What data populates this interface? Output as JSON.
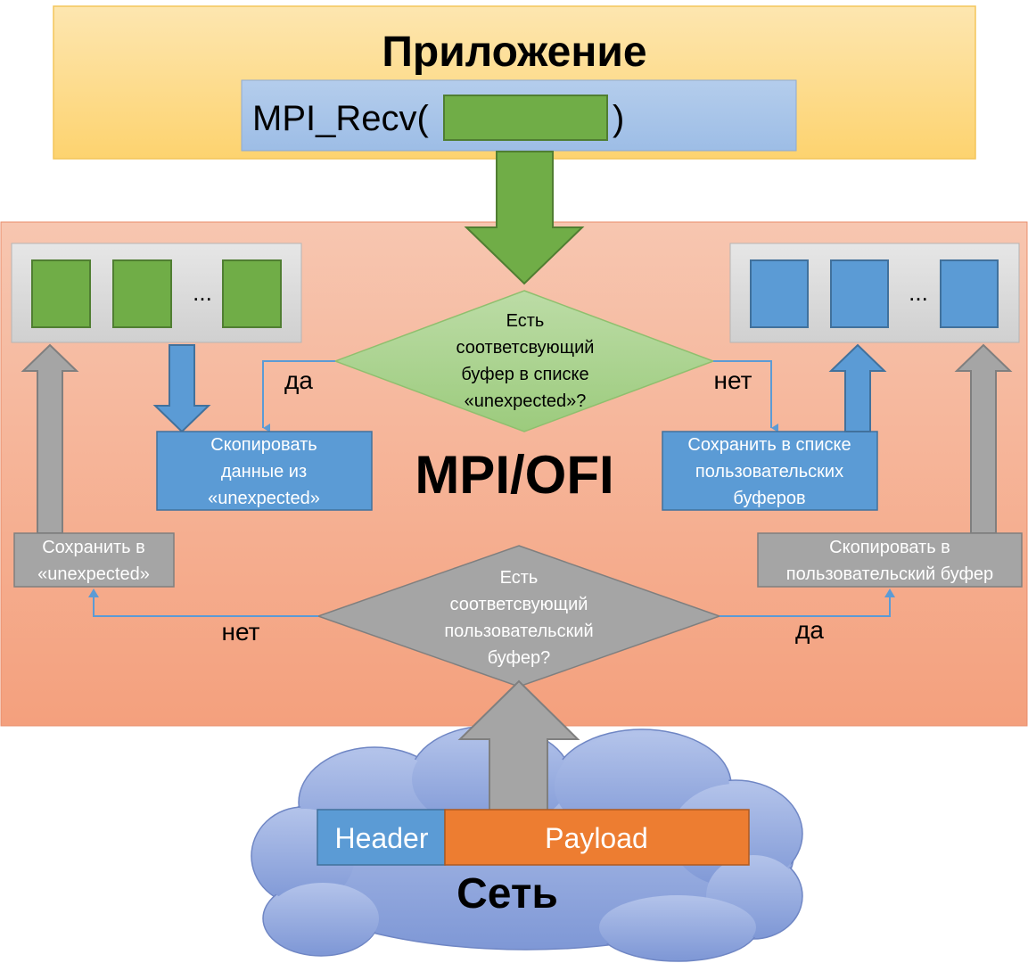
{
  "app_layer": {
    "title": "Приложение",
    "call_prefix": "MPI_Recv(",
    "call_suffix": ")"
  },
  "mpi_layer": {
    "title": "MPI/OFI",
    "unexpected_queue_ellipsis": "...",
    "user_buffers_ellipsis": "...",
    "top_decision": [
      "Есть",
      "соответсвующий",
      "буфер в списке",
      "«unexpected»?"
    ],
    "top_yes": "да",
    "top_no": "нет",
    "copy_from_unexpected": [
      "Скопировать",
      "данные из",
      "«unexpected»"
    ],
    "save_to_user_list": [
      "Сохранить в списке",
      "пользовательских",
      "буферов"
    ],
    "save_to_unexpected": [
      "Сохранить в",
      "«unexpected»"
    ],
    "copy_to_user_buffer": [
      "Скопировать в",
      "пользовательский буфер"
    ],
    "bottom_decision": [
      "Есть",
      "соответсвующий",
      "пользовательский",
      "буфер?"
    ],
    "bottom_no": "нет",
    "bottom_yes": "да"
  },
  "network": {
    "title": "Сеть",
    "header_label": "Header",
    "payload_label": "Payload"
  },
  "colors": {
    "app_fill_top": "#fde3a7",
    "app_fill_bottom": "#fdd57a",
    "app_border": "#f2c14e",
    "call_box": "#a7c4e8",
    "green": "#70ad47",
    "green_dark": "#507e32",
    "mpi_fill_top": "#f7c4ad",
    "mpi_fill_bottom": "#f5a27f",
    "queue_bg": "#d9d9d9",
    "blue": "#5b9bd5",
    "blue_dark": "#41719c",
    "gray": "#a5a5a5",
    "gray_dark": "#7f7f7f",
    "diamond_green": "#a9d18e",
    "cloud": "#8fa9dc",
    "orange": "#ed7d31"
  }
}
